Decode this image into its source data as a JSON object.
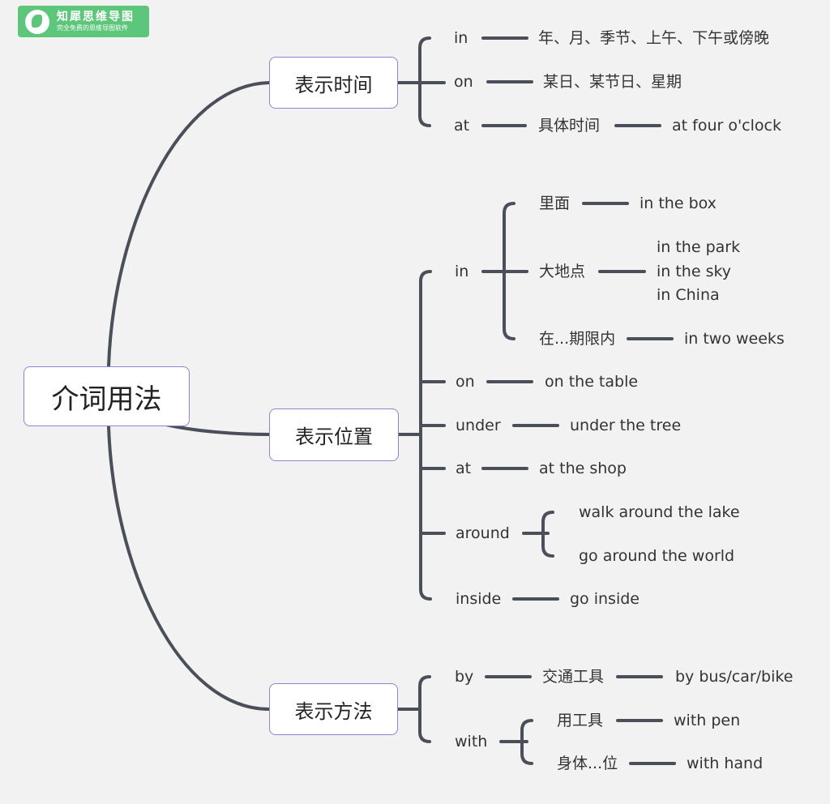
{
  "logo": {
    "title": "知犀思维导图",
    "subtitle": "完全免费的思维导图软件"
  },
  "root": "介词用法",
  "branches": {
    "time": {
      "label": "表示时间",
      "in": {
        "word": "in",
        "desc": "年、月、季节、上午、下午或傍晚"
      },
      "on": {
        "word": "on",
        "desc": "某日、某节日、星期"
      },
      "at": {
        "word": "at",
        "desc": "具体时间",
        "example": "at four o'clock"
      }
    },
    "place": {
      "label": "表示位置",
      "in": {
        "word": "in",
        "inside": {
          "label": "里面",
          "example": "in the box"
        },
        "big_place": {
          "label": "大地点",
          "examples": [
            "in the park",
            "in the sky",
            "in China"
          ]
        },
        "period": {
          "label": "在...期限内",
          "example": "in two weeks"
        }
      },
      "on": {
        "word": "on",
        "example": "on the table"
      },
      "under": {
        "word": "under",
        "example": "under the tree"
      },
      "at": {
        "word": "at",
        "example": "at the shop"
      },
      "around": {
        "word": "around",
        "examples": [
          "walk around the lake",
          "go around the world"
        ]
      },
      "inside": {
        "word": "inside",
        "example": "go inside"
      }
    },
    "method": {
      "label": "表示方法",
      "by": {
        "word": "by",
        "desc": "交通工具",
        "example": "by bus/car/bike"
      },
      "with": {
        "word": "with",
        "tool": {
          "label": "用工具",
          "example": "with pen"
        },
        "body": {
          "label": "身体...位",
          "example": "with hand"
        }
      }
    }
  }
}
